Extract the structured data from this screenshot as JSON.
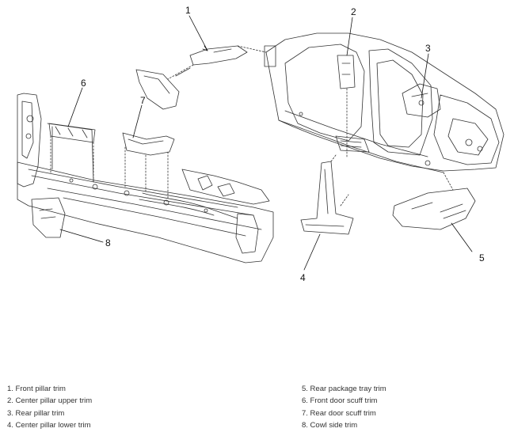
{
  "callouts": [
    "1",
    "2",
    "3",
    "4",
    "5",
    "6",
    "7",
    "8"
  ],
  "legend": {
    "left": [
      "1. Front pillar trim",
      "2. Center pillar upper trim",
      "3. Rear pillar trim",
      "4. Center pillar lower trim"
    ],
    "right": [
      "5. Rear package tray trim",
      "6. Front door scuff trim",
      "7. Rear door scuff trim",
      "8. Cowl side trim"
    ]
  }
}
